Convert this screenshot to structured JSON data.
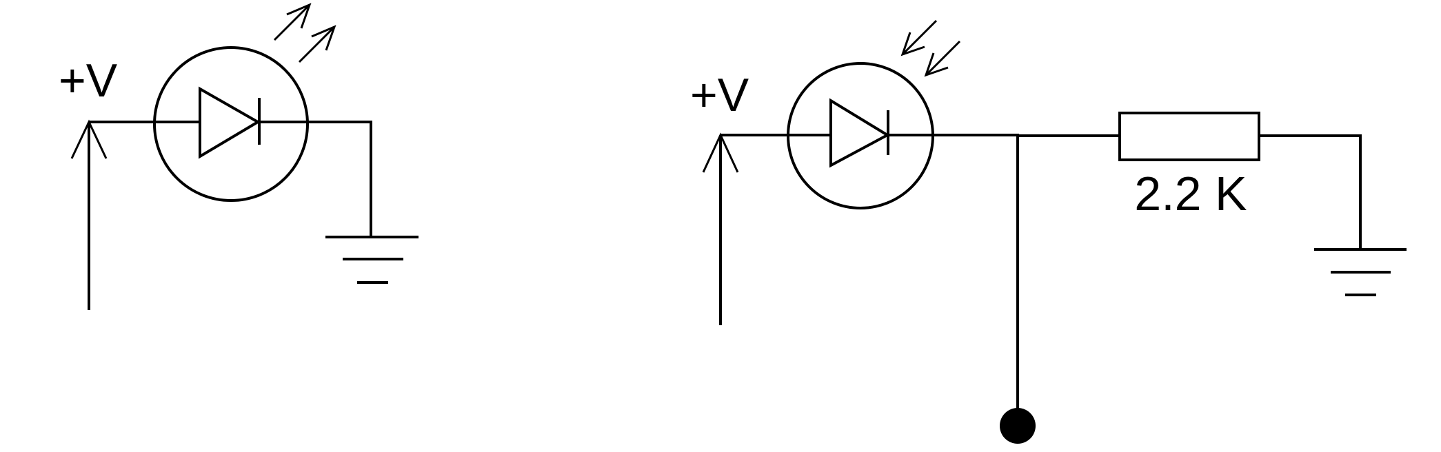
{
  "colors": {
    "ink": "#000000",
    "background": "#ffffff"
  },
  "led_circuit": {
    "supply_label": "+V",
    "components": [
      "supply-terminal",
      "led",
      "ground-symbol"
    ]
  },
  "photodiode_circuit": {
    "supply_label": "+V",
    "resistor_label": "2.2 K",
    "components": [
      "supply-terminal",
      "photodiode",
      "load-resistor",
      "ground-symbol",
      "output-terminal"
    ]
  }
}
